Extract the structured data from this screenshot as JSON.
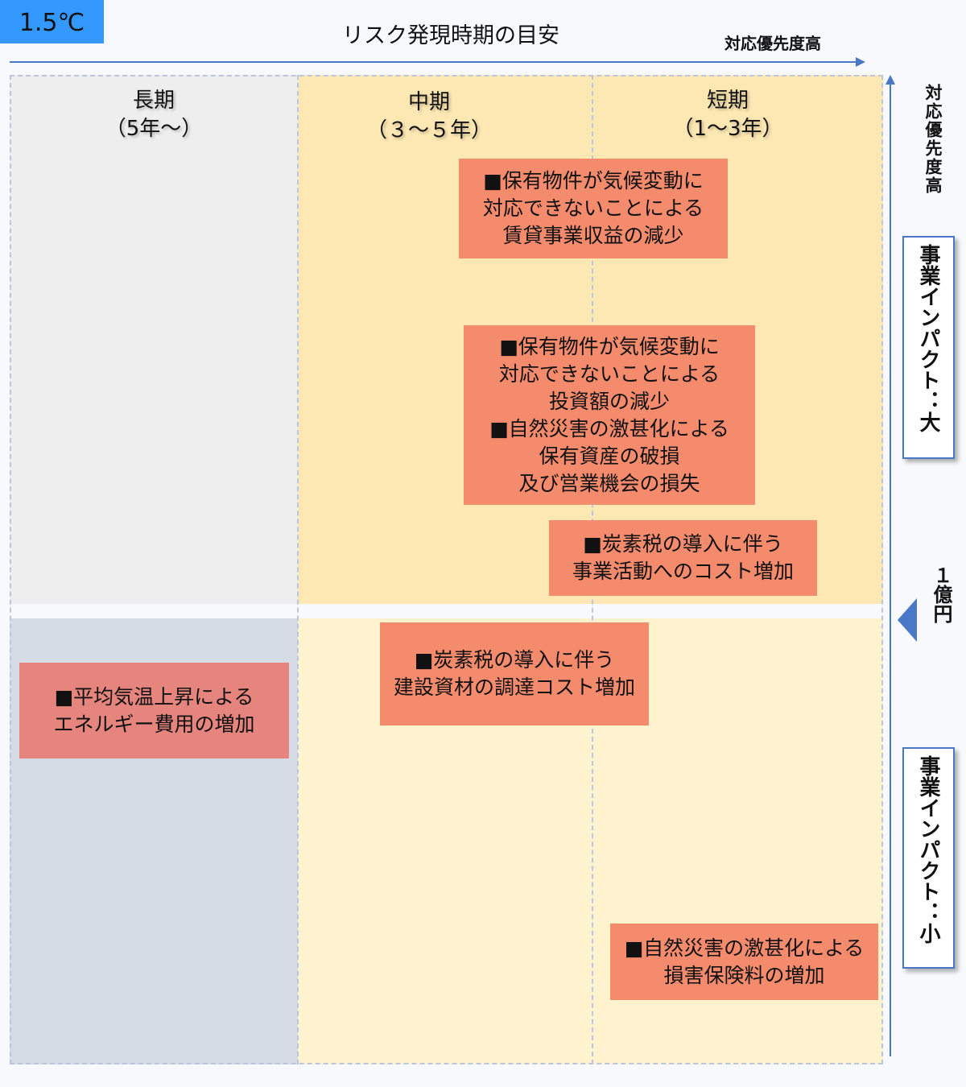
{
  "scenario": "1.5℃",
  "x_axis": {
    "title": "リスク発現時期の目安",
    "priority": "対応優先度高"
  },
  "columns": [
    {
      "label": "長期",
      "sub": "（5年～）"
    },
    {
      "label": "中期",
      "sub": "（３～５年）"
    },
    {
      "label": "短期",
      "sub": "（1～3年）"
    }
  ],
  "y_axis": {
    "priority": "対応優先度高",
    "impact_high": "事業インパクト：大",
    "impact_low": "事業インパクト：小",
    "threshold": "１億円"
  },
  "risks": [
    "■保有物件が気候変動に\n対応できないことによる\n賃貸事業収益の減少",
    "■保有物件が気候変動に\n対応できないことによる\n投資額の減少\n■自然災害の激甚化による\n保有資産の破損\n及び営業機会の損失",
    "■炭素税の導入に伴う\n事業活動へのコスト増加",
    "■炭素税の導入に伴う\n建設資材の調達コスト増加",
    "■平均気温上昇による\nエネルギー費用の増加",
    "■自然災害の激甚化による\n損害保険料の増加"
  ],
  "colors": {
    "accent": "#3399ff",
    "axis": "#4a78c8",
    "risk": "#f48b6c"
  }
}
